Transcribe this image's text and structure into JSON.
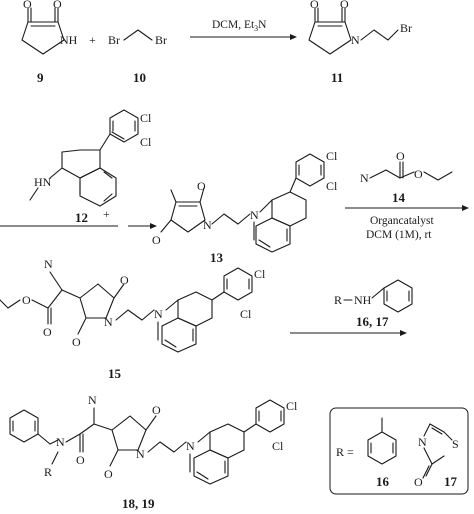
{
  "steps": {
    "step1": {
      "reactant_a": "9",
      "plus": "+",
      "reactant_b": "10",
      "product": "11",
      "conditions_main": "DCM, Et",
      "conditions_sub": "3",
      "conditions_tail": "N"
    },
    "step2": {
      "amine": "12",
      "plus": "+",
      "product": "13",
      "reagent": "14",
      "conditions_line1": "Organcatalyst",
      "conditions_line2": "DCM (1M), rt"
    },
    "step3": {
      "substrate": "15",
      "reagent": "16, 17"
    },
    "final": {
      "products": "18, 19",
      "r_def": "R =",
      "option_a": "16",
      "option_b": "17"
    }
  },
  "atoms": {
    "O": "O",
    "N": "N",
    "NH": "NH",
    "HN": "HN",
    "Br": "Br",
    "Cl": "Cl",
    "S": "S",
    "R": "R",
    "R_dash": "R",
    "NH_r": "NH"
  }
}
